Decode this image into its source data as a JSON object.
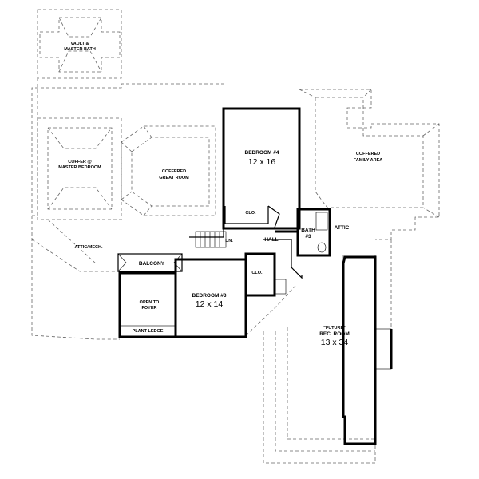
{
  "labels": {
    "vault_master_bath_1": "VAULT &",
    "vault_master_bath_2": "MASTER BATH",
    "coffer_master_bedroom_1": "COFFER @",
    "coffer_master_bedroom_2": "MASTER BEDROOM",
    "coffered_great_room_1": "COFFERED",
    "coffered_great_room_2": "GREAT ROOM",
    "coffered_family_area_1": "COFFERED",
    "coffered_family_area_2": "FAMILY AREA",
    "bedroom4_name": "BEDROOM #4",
    "bedroom4_size": "12 x 16",
    "clo_upper": "CLO.",
    "bath3_1": "BATH",
    "bath3_2": "#3",
    "attic": "ATTIC",
    "dn": "DN.",
    "hall": "HALL",
    "attic_mech": "ATTIC/MECH.",
    "balcony": "BALCONY",
    "clo_lower": "CLO.",
    "open_to_foyer_1": "OPEN TO",
    "open_to_foyer_2": "FOYER",
    "plant_ledge": "PLANT LEDGE",
    "bedroom3_name": "BEDROOM #3",
    "bedroom3_size": "12 x 14",
    "future_1": "\"FUTURE\"",
    "future_2": "REC. ROOM",
    "future_size": "13 x 34"
  }
}
